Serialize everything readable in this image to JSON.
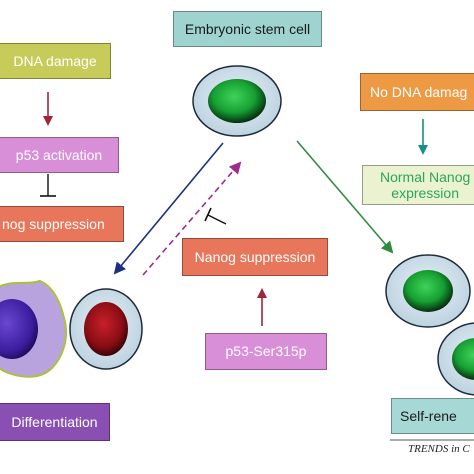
{
  "colors": {
    "stem_box": "#9ed3d0",
    "dna_damage": "#c6cb5a",
    "p53_activation": "#d98fd8",
    "nanog_suppression": "#e8765a",
    "differentiation": "#8a4fb3",
    "no_dna_damage": "#ee9a44",
    "normal_nanog": "#eaf2cf",
    "normal_nanog_text": "#2aa65a",
    "p53_ser": "#d98fd8",
    "self_renewal": "#a6d9d5",
    "arrow_red": "#a2243a",
    "arrow_teal": "#18908a",
    "arrow_navy": "#1d2f84",
    "arrow_magenta": "#a02a8e",
    "arrow_green": "#2f8c3c",
    "cell_membrane": "#c9dde9",
    "green_nucleus": "#1fae3b",
    "diff_cell_body": "#b9a3df",
    "diff_nucleus": "#4a28b0",
    "dark_red_nucleus": "#a01018"
  },
  "labels": {
    "embryonic_stem_cell": "Embryonic stem cell",
    "dna_damage": "DNA damage",
    "p53_activation": "p53 activation",
    "nanog_suppression_left": "nog suppression",
    "nanog_suppression_center": "Nanog suppression",
    "differentiation": "Differentiation",
    "no_dna_damage": "No DNA damag",
    "normal_nanog_line1": "Normal Nanog",
    "normal_nanog_line2": "expression",
    "p53_ser315p": "p53-Ser315p",
    "self_renewal": "Self-rene",
    "footer": "TRENDS in C"
  }
}
